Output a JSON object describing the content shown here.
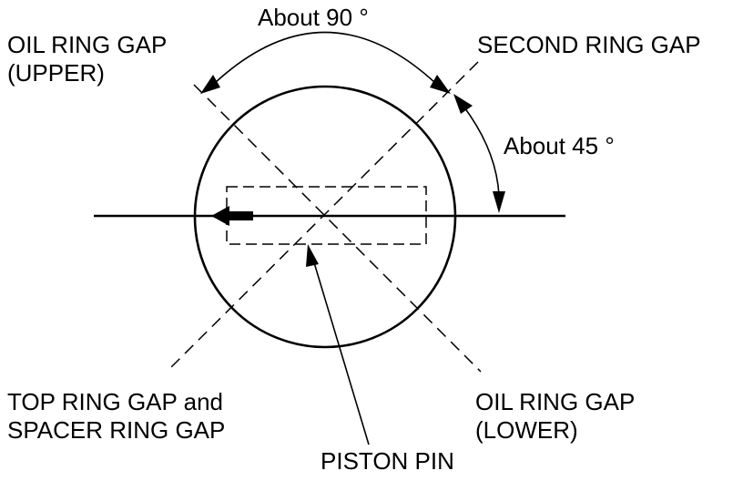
{
  "labels": {
    "angle_90": "About 90 °",
    "angle_45": "About 45 °",
    "oil_ring_upper": [
      "OIL RING GAP",
      "(UPPER)"
    ],
    "second_ring": "SECOND RING GAP",
    "top_ring": [
      "TOP RING GAP and",
      "SPACER RING GAP"
    ],
    "oil_ring_lower": [
      "OIL RING GAP",
      "(LOWER)"
    ],
    "piston_pin": "PISTON PIN"
  }
}
